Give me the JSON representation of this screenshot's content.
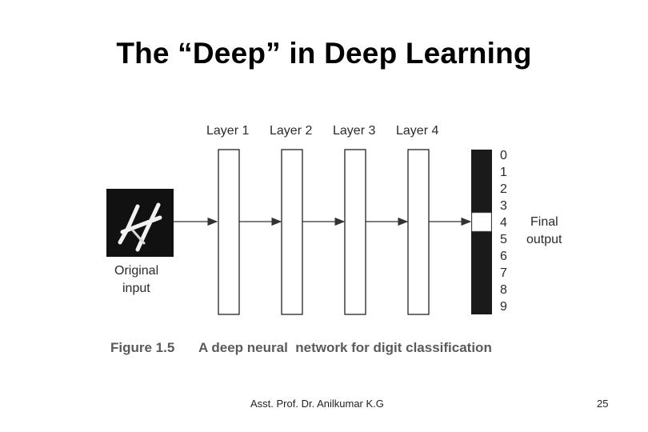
{
  "slide": {
    "title": "The “Deep” in Deep Learning",
    "footer_author": "Asst. Prof. Dr. Anilkumar K.G",
    "slide_number": "25"
  },
  "figure": {
    "layers": [
      "Layer 1",
      "Layer 2",
      "Layer 3",
      "Layer 4"
    ],
    "input_label_line1": "Original",
    "input_label_line2": "input",
    "input_digit": "4",
    "output_digits": [
      "0",
      "1",
      "2",
      "3",
      "4",
      "5",
      "6",
      "7",
      "8",
      "9"
    ],
    "highlighted_digit": "4",
    "output_label_line1": "Final",
    "output_label_line2": "output",
    "caption_number": "Figure 1.5",
    "caption_text": "A deep neural  network for digit classification"
  }
}
